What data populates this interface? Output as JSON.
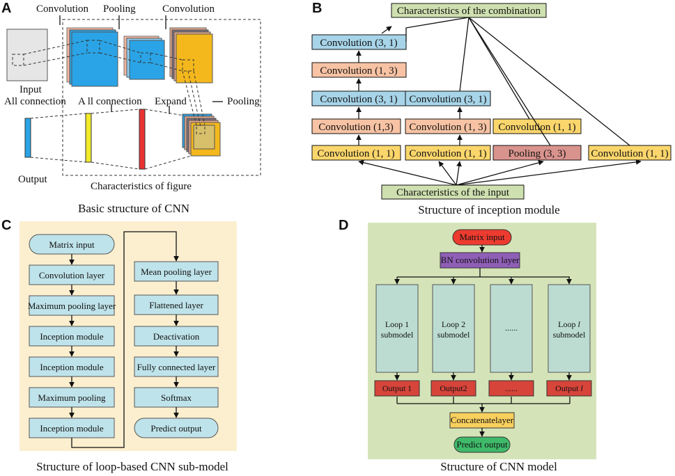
{
  "panelA": {
    "label": "A",
    "top_convolution_1": "Convolution",
    "top_pooling": "Pooling",
    "top_convolution_2": "Convolution",
    "input": "Input",
    "all_connection_left": "All connection",
    "all_connection_mid": "A  ll connection",
    "expand": "Expand",
    "pooling_right": "Pooling",
    "output": "Output",
    "characteristics": "Characteristics of figure",
    "caption": "Basic structure of CNN",
    "colors": {
      "input": "#e0e0e0",
      "conv": "#2aa4e6",
      "pool": "#2b9fe0",
      "conv2": "#f4b81d",
      "out": "#2b9fe0",
      "mid": "#f3ea2a",
      "red": "#e83232"
    }
  },
  "panelB": {
    "label": "B",
    "combination": "Characteristics of the combination",
    "input": "Characteristics of the input",
    "caption": "Structure of inception module",
    "col1": [
      "Convolution  (3, 1)",
      "Convolution  (1, 3)",
      "Convolution  (3, 1)",
      "Convolution    (1,3)",
      "Convolution    (1, 1)"
    ],
    "col2": [
      "Convolution        (3, 1)",
      "Convolution    (1, 3)",
      "Convolution    (1, 1)"
    ],
    "col3": [
      "Convolution  (1, 1)",
      "Pooling     (3, 3)"
    ],
    "col4": "Convolution  (1, 1)",
    "colors": {
      "blue": "#a7d4e8",
      "peach": "#f7c3a4",
      "yellow": "#fbd66c",
      "red": "#d9938d",
      "green": "#cfe0b0"
    }
  },
  "panelC": {
    "label": "C",
    "left": [
      "Matrix input",
      "Convolution layer",
      "Maximum pooling layer",
      "Inception  module",
      "Inception  module",
      "Maximum pooling",
      "Inception  module"
    ],
    "right": [
      "Mean pooling layer",
      "Flattened layer",
      "Deactivation",
      "Fully connected layer",
      "Softmax",
      "Predict output"
    ],
    "caption": "Structure of loop-based CNN sub-model",
    "colors": {
      "bg": "#fcefcf",
      "box": "#bfe3ea"
    }
  },
  "panelD": {
    "label": "D",
    "matrix_input": "Matrix input",
    "bn": "BN  convolution layer",
    "loops": [
      "Loop 1\nsubmodel",
      "Loop 2\nsubmodel",
      "......",
      "Loop l\nsubmodel"
    ],
    "loop_lines": [
      [
        "Loop 1",
        "submodel"
      ],
      [
        "Loop 2",
        "submodel"
      ],
      [
        "......",
        ""
      ],
      [
        "Loop ",
        "submodel"
      ]
    ],
    "outputs": [
      "Output 1",
      "Output2",
      "......",
      "Output "
    ],
    "concat": "Concatenatelayer",
    "predict": "Predict output",
    "caption": "Structure of CNN model",
    "italic_l": "l",
    "colors": {
      "bg": "#d5e4b8",
      "red": "#ee3b2f",
      "purple": "#8f5fb7",
      "loop": "#bcdcd2",
      "out": "#d6443a",
      "concat": "#f9d05e",
      "green": "#3fba6a"
    }
  }
}
